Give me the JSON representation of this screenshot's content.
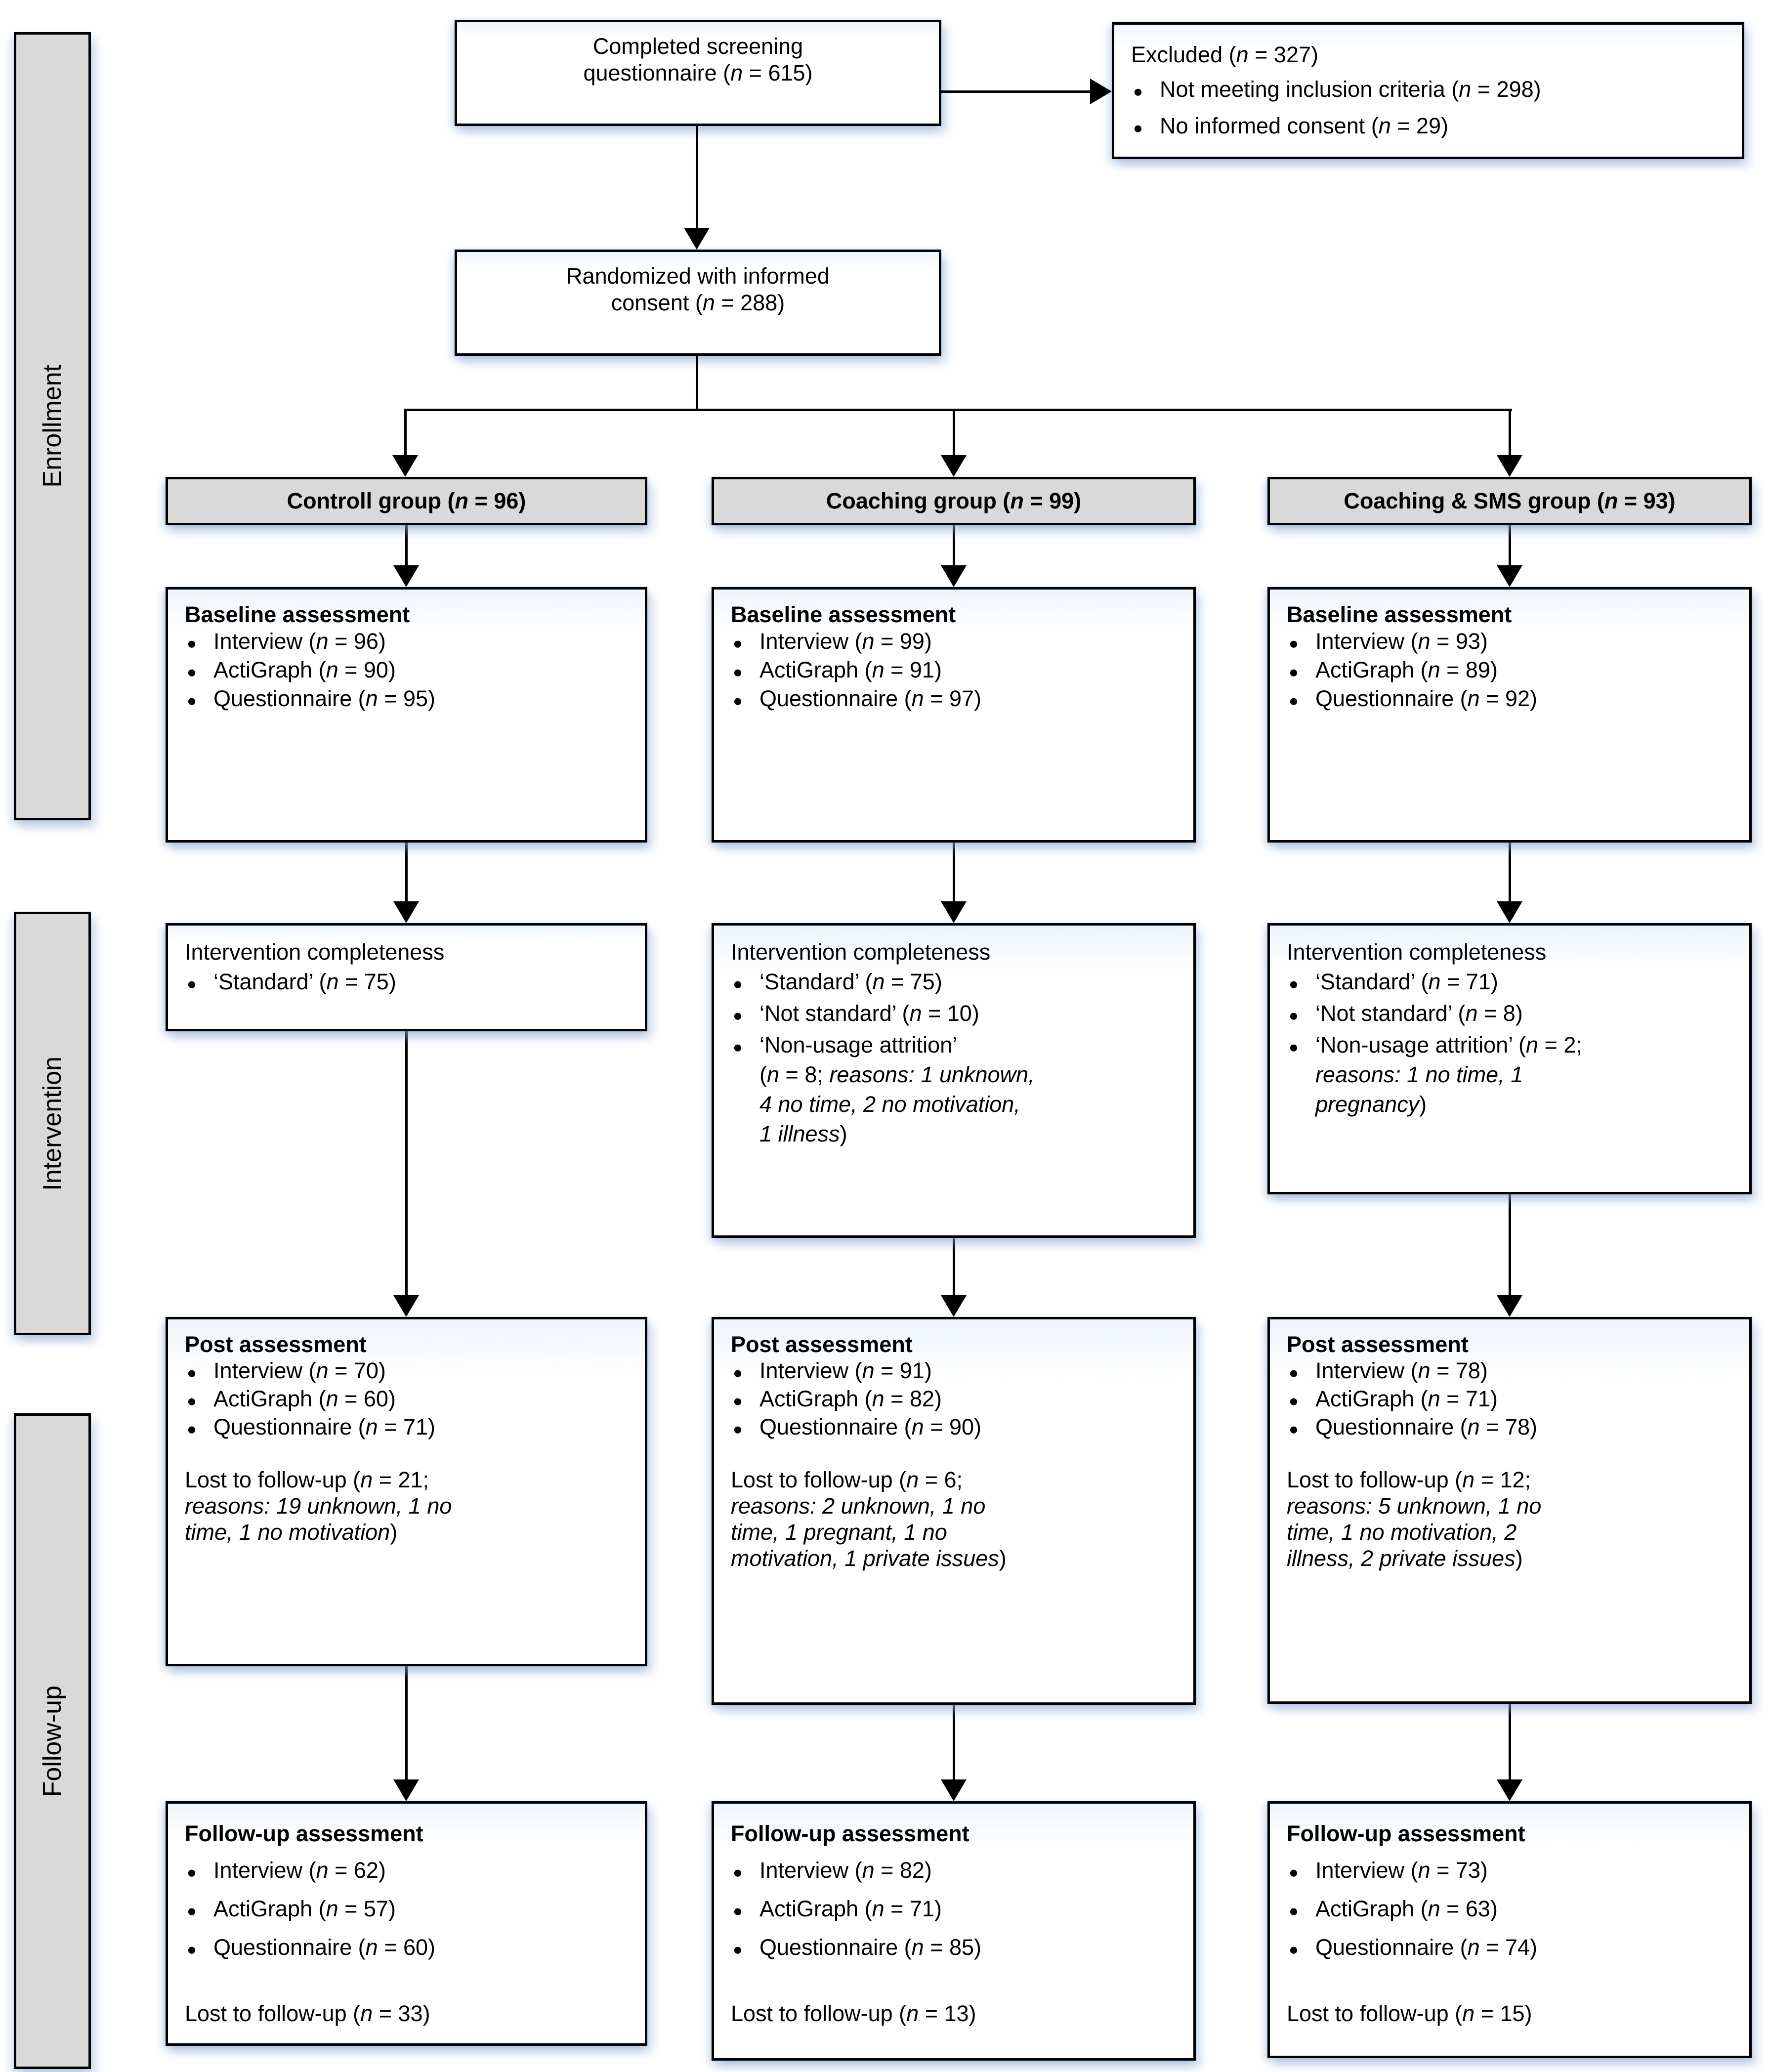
{
  "colors": {
    "box_fill_gray": "#d9d9d9",
    "box_border": "#000000",
    "shadow_tint": "#9db8dc",
    "text": "#000000"
  },
  "stages": {
    "enrollment": "Enrollment",
    "intervention": "Intervention",
    "followup": "Follow-up"
  },
  "flow": {
    "screening": "Completed screening\nquestionnaire (*n* = 615)",
    "excluded": {
      "title": "Excluded  (*n* = 327)",
      "bullets": [
        "Not meeting inclusion criteria (*n* = 298)",
        "No informed consent (*n* = 29)"
      ]
    },
    "randomized": "Randomized with informed\nconsent (*n* = 288)"
  },
  "columns": [
    {
      "header": "Controll group (*n* = 96)",
      "baseline": {
        "title": "Baseline assessment",
        "bullets": [
          "Interview (*n* = 96)",
          "ActiGraph (*n* = 90)",
          "Questionnaire (*n* = 95)"
        ]
      },
      "intervention": {
        "title": "Intervention completeness",
        "bullets": [
          "‘Standard’ (*n* = 75)"
        ]
      },
      "post": {
        "title": "Post assessment",
        "bullets": [
          "Interview (*n* = 70)",
          "ActiGraph (*n* = 60)",
          "Questionnaire (*n* = 71)"
        ],
        "lost": "Lost to follow-up (*n* = 21;\n*reasons: 19 unknown, 1 no\ntime, 1 no motivation*)"
      },
      "followup": {
        "title": "Follow-up assessment",
        "bullets": [
          "Interview (*n* = 62)",
          "ActiGraph (*n* = 57)",
          "Questionnaire (*n* = 60)"
        ],
        "lost": "Lost to follow-up (*n* = 33)"
      }
    },
    {
      "header": "Coaching group (*n* = 99)",
      "baseline": {
        "title": "Baseline assessment",
        "bullets": [
          "Interview (*n* = 99)",
          "ActiGraph (*n* = 91)",
          "Questionnaire (*n* = 97)"
        ]
      },
      "intervention": {
        "title": "Intervention completeness",
        "bullets": [
          "‘Standard’ (*n* = 75)",
          "‘Not standard’  (*n* = 10)",
          "‘Non-usage attrition’\n(*n* = 8; *reasons: 1 unknown,\n4 no time, 2 no motivation,\n1 illness*)"
        ]
      },
      "post": {
        "title": "Post assessment",
        "bullets": [
          "Interview (*n* = 91)",
          "ActiGraph (*n* = 82)",
          "Questionnaire (*n* = 90)"
        ],
        "lost": "Lost to follow-up (*n* = 6;\n*reasons: 2 unknown, 1 no\ntime, 1 pregnant, 1 no\nmotivation, 1 private issues*)"
      },
      "followup": {
        "title": "Follow-up assessment",
        "bullets": [
          "Interview (*n* = 82)",
          "ActiGraph (*n* = 71)",
          "Questionnaire (*n* = 85)"
        ],
        "lost": "Lost to follow-up (*n* = 13)"
      }
    },
    {
      "header": "Coaching & SMS group (*n* = 93)",
      "baseline": {
        "title": "Baseline assessment",
        "bullets": [
          "Interview (*n* = 93)",
          "ActiGraph (*n* = 89)",
          "Questionnaire (*n* = 92)"
        ]
      },
      "intervention": {
        "title": "Intervention completeness",
        "bullets": [
          "‘Standard’  (*n* = 71)",
          "‘Not standard’  (*n* = 8)",
          "‘Non-usage attrition’ (*n* = 2;\n*reasons: 1 no time, 1\npregnancy*)"
        ]
      },
      "post": {
        "title": "Post assessment",
        "bullets": [
          "Interview (*n* = 78)",
          "ActiGraph (*n* = 71)",
          "Questionnaire (*n* = 78)"
        ],
        "lost": "Lost to follow-up (*n* = 12;\n*reasons: 5 unknown, 1 no\ntime, 1 no motivation, 2\nillness, 2 private issues*)"
      },
      "followup": {
        "title": "Follow-up assessment",
        "bullets": [
          "Interview (*n* = 73)",
          "ActiGraph (*n* = 63)",
          "Questionnaire (*n* = 74)"
        ],
        "lost": "Lost to follow-up (*n* = 15)"
      }
    }
  ]
}
